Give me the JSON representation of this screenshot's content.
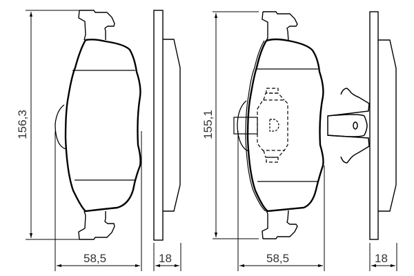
{
  "drawing": {
    "subject": "brake pad set technical drawing",
    "line_color": "#000000",
    "text_color": "#333333",
    "background": "#ffffff"
  },
  "pad_left": {
    "height_label": "156,3",
    "width_label": "58,5",
    "thickness_label": "18"
  },
  "pad_right": {
    "height_label": "155,1",
    "width_label": "58,5",
    "thickness_label": "18",
    "has_wear_sensor_clip": true,
    "has_piston_spring_outline": true
  }
}
